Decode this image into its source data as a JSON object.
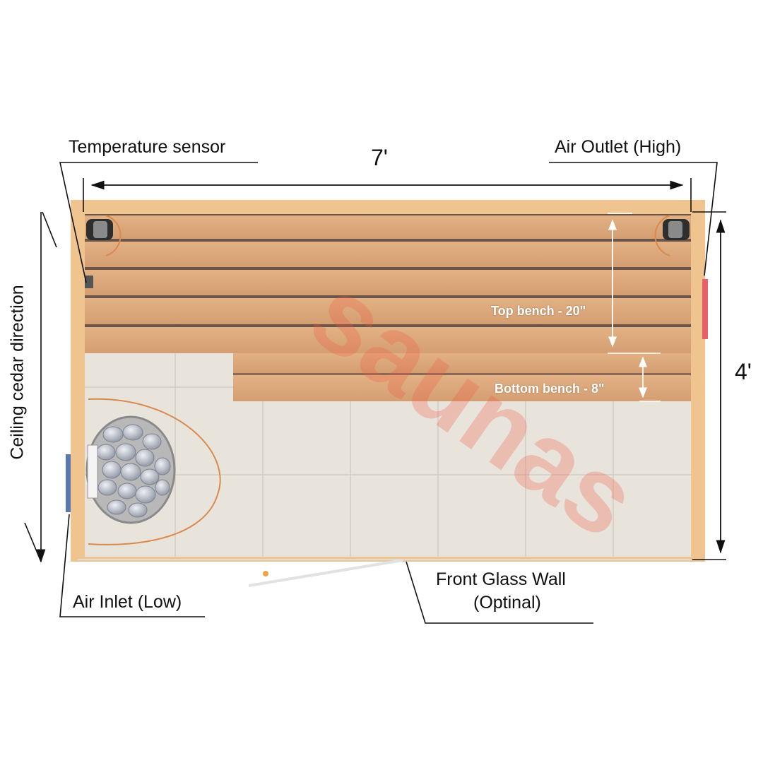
{
  "labels": {
    "temperature_sensor": "Temperature sensor",
    "air_outlet": "Air Outlet (High)",
    "air_inlet": "Air Inlet (Low)",
    "front_glass_wall_line1": "Front Glass Wall",
    "front_glass_wall_line2": "(Optinal)",
    "ceiling_direction": "Ceiling cedar direction",
    "width": "7'",
    "depth": "4'",
    "top_bench": "Top bench - 20\"",
    "bottom_bench": "Bottom bench - 8\""
  },
  "watermark": "saunas",
  "colors": {
    "wood": "#dca77b",
    "wall": "#f0c48f",
    "floor": "#e6e2db",
    "outlet": "#e8606a",
    "inlet": "#5a78b4",
    "copper": "#d98a4d"
  }
}
